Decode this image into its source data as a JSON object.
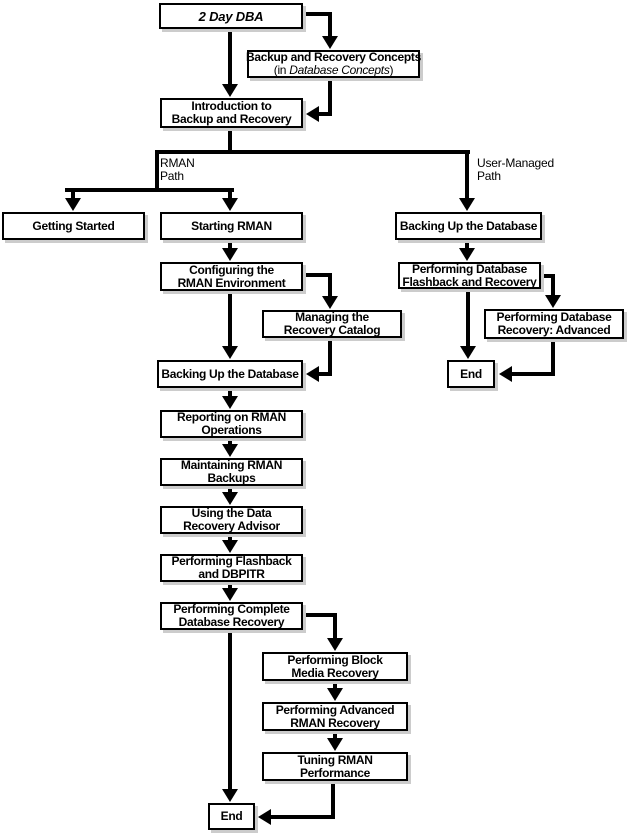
{
  "nodes": {
    "two_day_dba": {
      "label": "2 Day DBA"
    },
    "concepts": {
      "line1": "Backup and Recovery Concepts",
      "line2_prefix": "(in ",
      "line2_italic": "Database Concepts",
      "line2_suffix": ")"
    },
    "intro": {
      "line1": "Introduction to",
      "line2": "Backup and Recovery"
    },
    "getting_started": {
      "label": "Getting Started"
    },
    "starting_rman": {
      "label": "Starting RMAN"
    },
    "configuring": {
      "line1": "Configuring the",
      "line2": "RMAN Environment"
    },
    "managing_catalog": {
      "line1": "Managing the",
      "line2": "Recovery Catalog"
    },
    "backing_up_left": {
      "label": "Backing Up the Database"
    },
    "reporting": {
      "line1": "Reporting on RMAN",
      "line2": "Operations"
    },
    "maintaining": {
      "line1": "Maintaining RMAN",
      "line2": "Backups"
    },
    "using_advisor": {
      "line1": "Using the Data",
      "line2": "Recovery Advisor"
    },
    "flashback_dbpitr": {
      "line1": "Performing Flashback",
      "line2": "and DBPITR"
    },
    "complete_recovery": {
      "line1": "Performing Complete",
      "line2": "Database Recovery"
    },
    "block_media": {
      "line1": "Performing Block",
      "line2": "Media Recovery"
    },
    "advanced_rman": {
      "line1": "Performing Advanced",
      "line2": "RMAN Recovery"
    },
    "tuning": {
      "line1": "Tuning RMAN",
      "line2": "Performance"
    },
    "end_left": {
      "label": "End"
    },
    "backing_up_right": {
      "label": "Backing Up the Database"
    },
    "db_flashback_right": {
      "line1": "Performing Database",
      "line2": "Flashback and Recovery"
    },
    "db_recovery_advanced": {
      "line1": "Performing Database",
      "line2": "Recovery: Advanced"
    },
    "end_right": {
      "label": "End"
    }
  },
  "labels": {
    "rman_path_line1": "RMAN",
    "rman_path_line2": "Path",
    "user_managed_line1": "User-Managed",
    "user_managed_line2": "Path"
  },
  "colors": {
    "background": "#ffffff",
    "box_fill": "#ffffff",
    "box_border": "#000000",
    "line": "#000000",
    "shadow": "#cccccc",
    "text": "#000000"
  }
}
